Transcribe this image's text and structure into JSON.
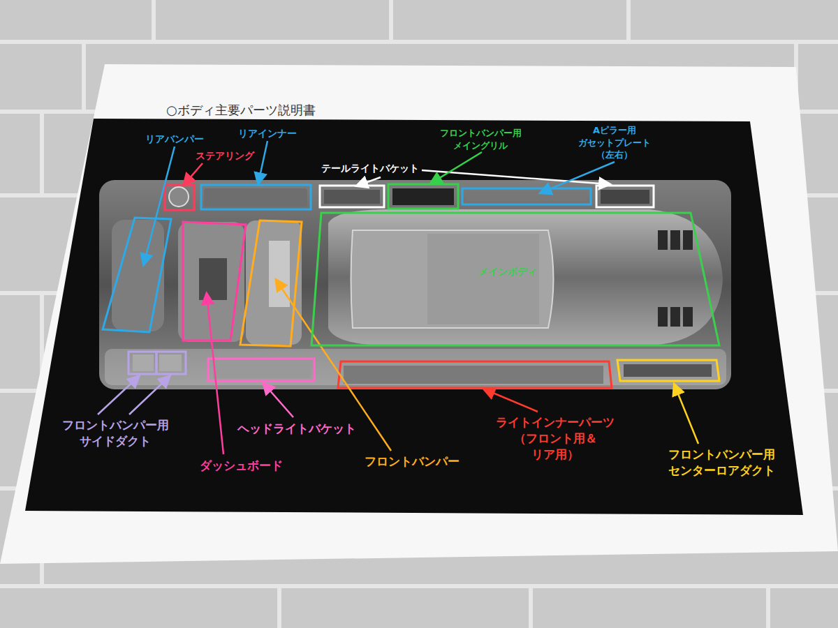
{
  "diagram": {
    "title": "○ボディ主要パーツ説明書",
    "nodes": [
      {
        "text": [
          "メインボディ"
        ]
      }
    ],
    "labels": [
      "リアバンパー",
      "リアインナー",
      "フロントバンパー用 メイングリル",
      "Aピラー用 ガセットプレート （左右）",
      "ステアリング",
      "テールライトバケット",
      "フロントバンパー用 サイドダクト",
      "ヘッドライトバケット",
      "ライトインナーパーツ （フロント用＆リア用）",
      "フロントバンパー用 センターロアダクト",
      "ダッシュボード",
      "フロントバンパー"
    ]
  }
}
